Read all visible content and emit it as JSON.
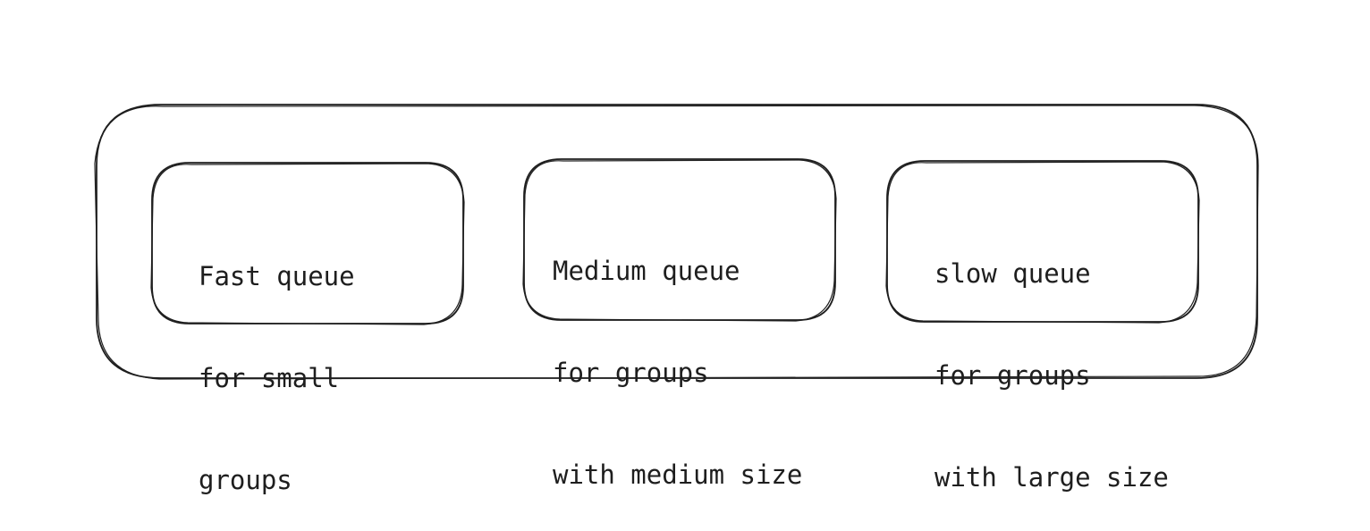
{
  "colors": {
    "stroke": "#1e1e1e",
    "background": "#ffffff"
  },
  "queues": [
    {
      "lines": [
        "Fast queue",
        "for small",
        "groups"
      ]
    },
    {
      "lines": [
        "Medium queue",
        "for groups",
        "with medium size"
      ]
    },
    {
      "lines": [
        "slow queue",
        "for groups",
        "with large size"
      ]
    }
  ]
}
